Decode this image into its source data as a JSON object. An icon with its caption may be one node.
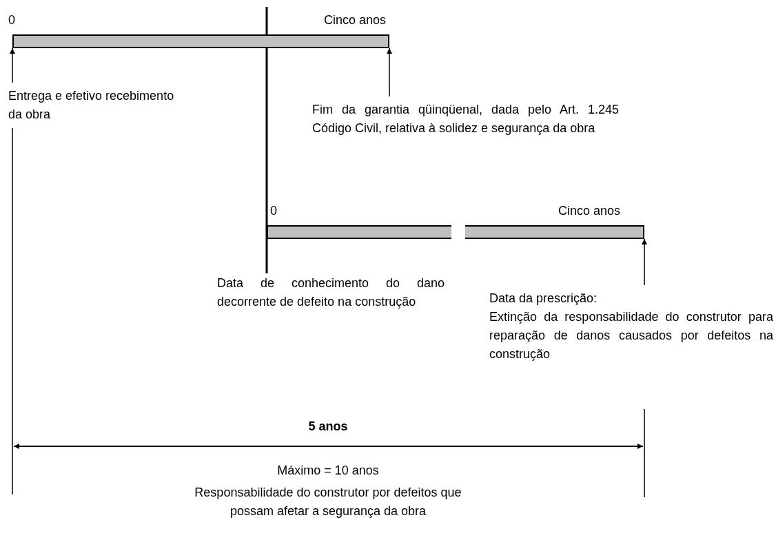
{
  "diagram": {
    "nodes": [
      {
        "text": [],
        "shape": "bar"
      },
      {
        "text": [
          "Entrega e efetivo recebimento da obra"
        ]
      },
      {
        "text": [
          "Fim da garantia qüinqüenal, dada pelo Art. 1.245 Código Civil, relativa à solidez e segurança da obra"
        ]
      },
      {
        "text": [],
        "shape": "bar"
      },
      {
        "text": [
          "Data de conhecimento do dano decorrente de defeito na construção"
        ]
      },
      {
        "text": [
          "Data da prescrição:",
          "Extinção da responsabilidade do construtor para reparação de danos causados por defeitos na construção"
        ]
      }
    ],
    "edges": [
      {
        "from": 1,
        "to": 0,
        "arrow": "to"
      },
      {
        "from": 2,
        "to": 0,
        "arrow": "to"
      },
      {
        "from": 5,
        "to": 3,
        "arrow": "to"
      }
    ],
    "labels": [
      "0",
      "Cinco anos",
      "0",
      "Cinco anos",
      "5 anos",
      "Máximo = 10 anos",
      "Responsabilidade do construtor por defeitos que possam afetar a segurança da obra"
    ]
  }
}
